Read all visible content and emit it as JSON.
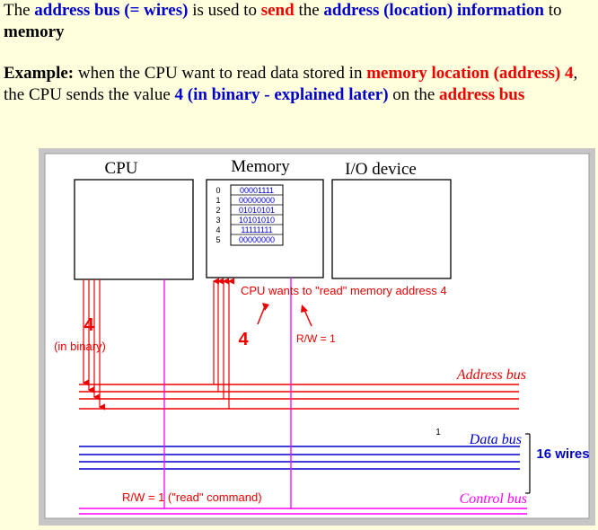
{
  "paragraph1": {
    "t1": "The ",
    "t2": "address bus",
    "t3": " ",
    "t4": "(= wires)",
    "t5": " is used to ",
    "t6": "send",
    "t7": " the ",
    "t8": "address (location)",
    "t9": " ",
    "t10": "information",
    "t11": " to ",
    "t12": "memory"
  },
  "paragraph2": {
    "t1": "Example:",
    "t2": " when the CPU want to read data stored in ",
    "t3": "memory location (address) 4",
    "t4": ", the CPU sends the value ",
    "t5": "4",
    "t6": " ",
    "t7": "(in binary - explained later)",
    "t8": " on the ",
    "t9": "address bus"
  },
  "diagram": {
    "boxes": {
      "cpu": "CPU",
      "memory": "Memory",
      "io": "I/O device"
    },
    "memory_rows": [
      {
        "addr": "0",
        "value": "00001111"
      },
      {
        "addr": "1",
        "value": "00000000"
      },
      {
        "addr": "2",
        "value": "01010101"
      },
      {
        "addr": "3",
        "value": "10101010"
      },
      {
        "addr": "4",
        "value": "11111111"
      },
      {
        "addr": "5",
        "value": "00000000"
      }
    ],
    "annotations": {
      "cpu_wants": "CPU wants to \"read\" memory address 4",
      "four_big_left": "4",
      "in_binary": "(in binary)",
      "four_big_mid": "4",
      "rw_right": "R/W = 1",
      "rw_bottom": "R/W = 1 (\"read\" command)",
      "small_one": "1",
      "sixteen_wires": "16 wires"
    },
    "bus_labels": {
      "address": "Address bus",
      "data": "Data bus",
      "control": "Control bus"
    },
    "colors": {
      "address_bus": "#ee0000",
      "data_bus": "#0000cc",
      "control_bus": "#ff00ff",
      "memory_value": "#0000cc"
    }
  }
}
